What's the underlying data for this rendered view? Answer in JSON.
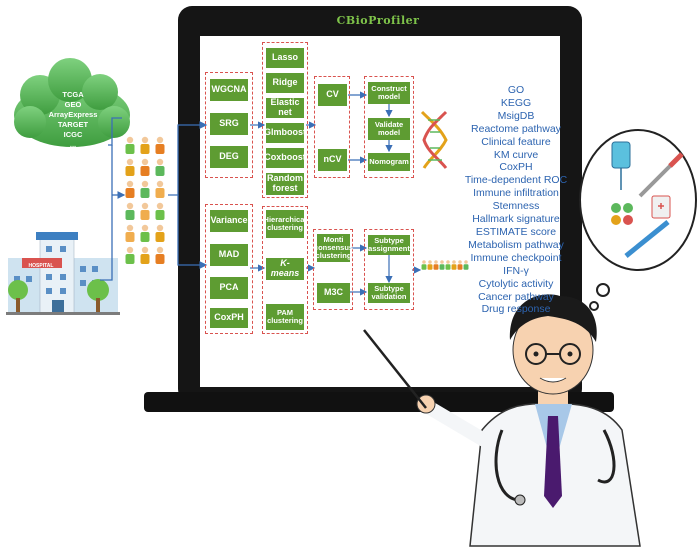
{
  "title": "CBioProfiler",
  "sources": [
    "TCGA",
    "GEO",
    "ArrayExpress",
    "TARGET",
    "ICGC",
    "..."
  ],
  "hospital_sign": "HOSPITAL",
  "prognostic": {
    "filters": [
      "WGCNA",
      "SRG",
      "DEG"
    ],
    "models": [
      "Lasso",
      "Ridge",
      "Elastic net",
      "Glmboost",
      "Coxboost",
      "Random forest"
    ],
    "validation": [
      "CV",
      "nCV"
    ],
    "steps": [
      "Construct model",
      "Validate model",
      "Nomogram"
    ]
  },
  "subtype": {
    "features": [
      "Variance",
      "MAD",
      "PCA",
      "CoxPH"
    ],
    "clustering": [
      "Hierarchical clustering",
      "K-means",
      "PAM clustering"
    ],
    "consensus": [
      "Monti consensus clustering",
      "M3C"
    ],
    "steps": [
      "Subtype assignment",
      "Subtype validation"
    ]
  },
  "outputs": [
    "GO",
    "KEGG",
    "MsigDB",
    "Reactome pathway",
    "Clinical feature",
    "KM curve",
    "CoxPH",
    "Time-dependent ROC",
    "Immune infiltration",
    "Stemness",
    "Hallmark signature",
    "ESTIMATE score",
    "Metabolism pathway",
    "Immune checkpoint",
    "IFN-γ",
    "Cytolytic activity",
    "Cancer pathway",
    "Drug response"
  ],
  "colors": {
    "box": "#5e9c32",
    "dashed": "#d9534f",
    "arrow": "#3b6fb6",
    "text_blue": "#2d64b0",
    "cloud": "#5cb85c",
    "monitor": "#151515"
  }
}
